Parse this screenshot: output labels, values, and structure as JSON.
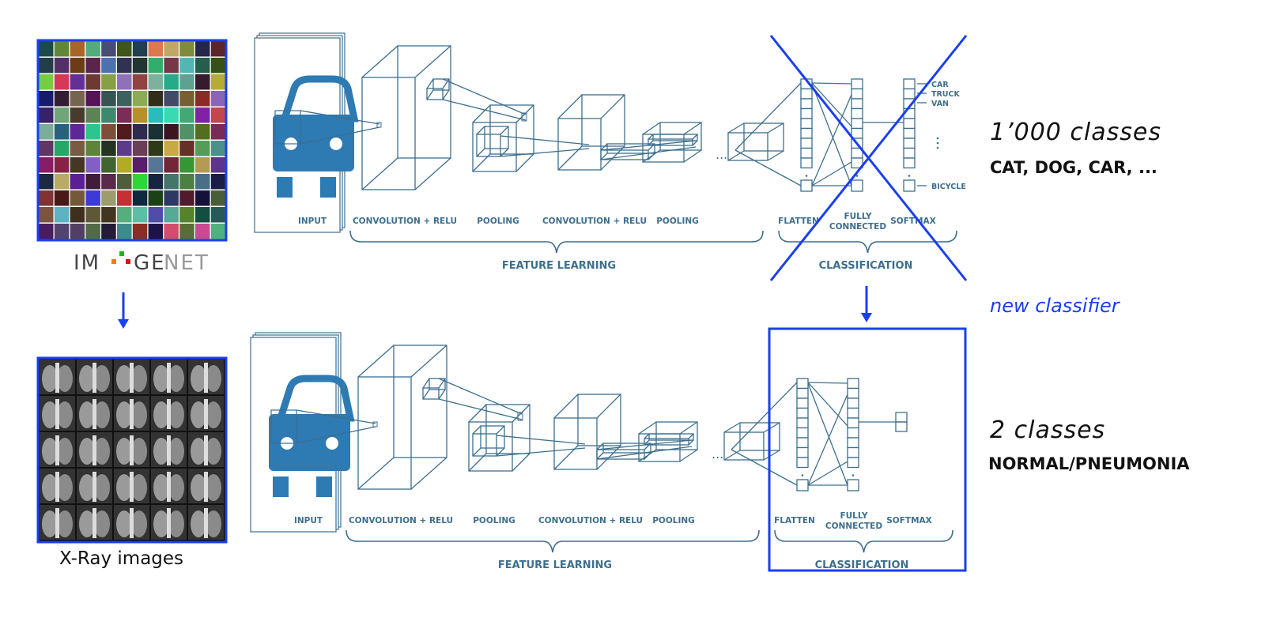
{
  "colors": {
    "accent": "#1a3ff0",
    "diagram": "#3d6f8e",
    "car": "#2e7ab3"
  },
  "source": {
    "logo_text": "IMAGENET",
    "caption": "X-Ray images"
  },
  "cnn": {
    "input": "INPUT",
    "conv1": "CONVOLUTION + RELU",
    "pool1": "POOLING",
    "conv2": "CONVOLUTION + RELU",
    "pool2": "POOLING",
    "flatten": "FLATTEN",
    "fc_line1": "FULLY",
    "fc_line2": "CONNECTED",
    "softmax": "SOFTMAX",
    "feature_learning": "FEATURE LEARNING",
    "classification": "CLASSIFICATION",
    "ellipsis": "...",
    "classes": [
      "CAR",
      "TRUCK",
      "VAN",
      "BICYCLE"
    ]
  },
  "right": {
    "top_title": "1’000 classes",
    "top_sub": "CAT,  DOG, CAR, ...",
    "middle": "new classifier",
    "bottom_title": "2 classes",
    "bottom_sub": "NORMAL/PNEUMONIA"
  }
}
